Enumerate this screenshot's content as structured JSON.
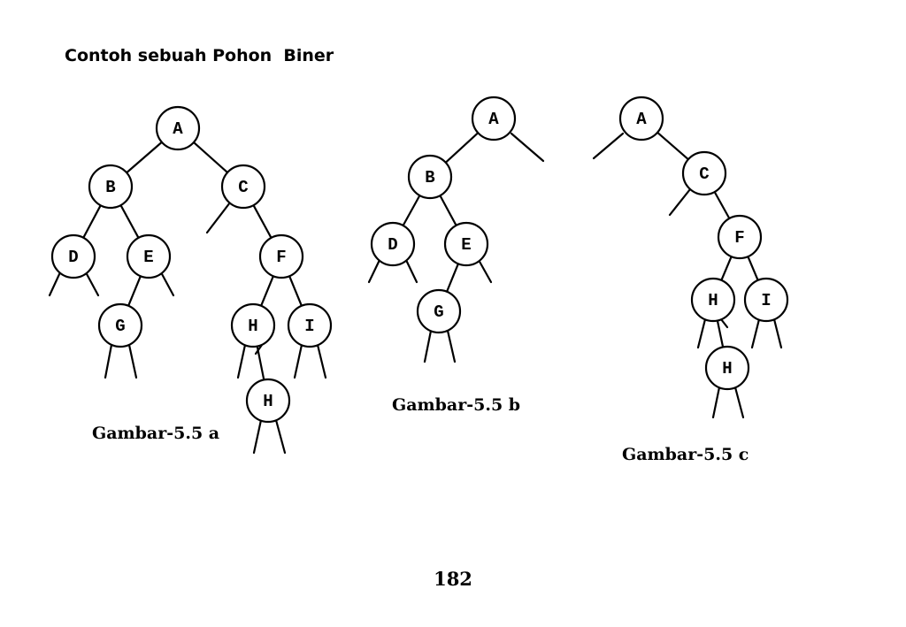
{
  "heading": "Contoh sebuah Pohon  Biner",
  "page_number": "182",
  "trees": [
    {
      "caption": "Gambar-5.5 a",
      "nodes": [
        {
          "id": "a_A",
          "label": "A"
        },
        {
          "id": "a_B",
          "label": "B"
        },
        {
          "id": "a_C",
          "label": "C"
        },
        {
          "id": "a_D",
          "label": "D"
        },
        {
          "id": "a_E",
          "label": "E"
        },
        {
          "id": "a_F",
          "label": "F"
        },
        {
          "id": "a_G",
          "label": "G"
        },
        {
          "id": "a_H",
          "label": "H"
        },
        {
          "id": "a_I",
          "label": "I"
        },
        {
          "id": "a_H2",
          "label": "H"
        }
      ],
      "edges": [
        [
          "a_A",
          "a_B"
        ],
        [
          "a_A",
          "a_C"
        ],
        [
          "a_B",
          "a_D"
        ],
        [
          "a_B",
          "a_E"
        ],
        [
          "a_E",
          "a_G"
        ],
        [
          "a_C",
          "a_F"
        ],
        [
          "a_F",
          "a_H"
        ],
        [
          "a_F",
          "a_I"
        ],
        [
          "a_H",
          "a_H2"
        ]
      ]
    },
    {
      "caption": "Gambar-5.5 b",
      "nodes": [
        {
          "id": "b_A",
          "label": "A"
        },
        {
          "id": "b_B",
          "label": "B"
        },
        {
          "id": "b_D",
          "label": "D"
        },
        {
          "id": "b_E",
          "label": "E"
        },
        {
          "id": "b_G",
          "label": "G"
        }
      ],
      "edges": [
        [
          "b_A",
          "b_B"
        ],
        [
          "b_B",
          "b_D"
        ],
        [
          "b_B",
          "b_E"
        ],
        [
          "b_E",
          "b_G"
        ]
      ]
    },
    {
      "caption": "Gambar-5.5 c",
      "nodes": [
        {
          "id": "c_A",
          "label": "A"
        },
        {
          "id": "c_C",
          "label": "C"
        },
        {
          "id": "c_F",
          "label": "F"
        },
        {
          "id": "c_H",
          "label": "H"
        },
        {
          "id": "c_I",
          "label": "I"
        },
        {
          "id": "c_H2",
          "label": "H"
        }
      ],
      "edges": [
        [
          "c_A",
          "c_C"
        ],
        [
          "c_C",
          "c_F"
        ],
        [
          "c_F",
          "c_H"
        ],
        [
          "c_F",
          "c_I"
        ],
        [
          "c_H",
          "c_H2"
        ]
      ]
    }
  ]
}
